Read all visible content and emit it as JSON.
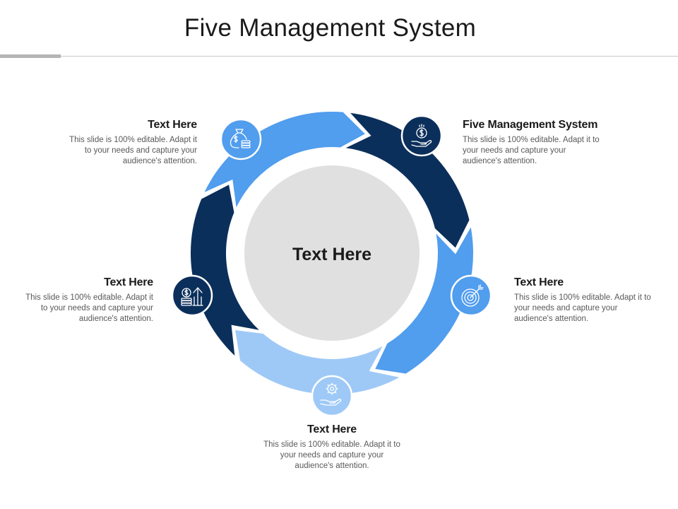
{
  "title": "Five Management System",
  "center_label": "Text Here",
  "colors": {
    "dark_navy": "#0b2f5b",
    "mid_blue": "#519dee",
    "light_blue": "#9ec9f7",
    "center_gray": "#e0e0e0",
    "icon_stroke": "#ffffff"
  },
  "segments": [
    {
      "id": "top-right",
      "title": "Five Management System",
      "body": "This slide is 100% editable. Adapt it to your needs and capture your audience's attention.",
      "color": "#0b2f5b",
      "icon": "money-hand-icon"
    },
    {
      "id": "right",
      "title": "Text Here",
      "body": "This slide is 100% editable. Adapt it to your needs and capture your audience's attention.",
      "color": "#519dee",
      "icon": "target-icon"
    },
    {
      "id": "bottom",
      "title": "Text Here",
      "body": "This slide is 100% editable. Adapt it to your needs and capture your audience's attention.",
      "color": "#9ec9f7",
      "icon": "gear-hand-icon"
    },
    {
      "id": "left",
      "title": "Text Here",
      "body": "This slide is 100% editable. Adapt it to your needs and capture your audience's attention.",
      "color": "#0b2f5b",
      "icon": "coins-growth-icon"
    },
    {
      "id": "top-left",
      "title": "Text Here",
      "body": "This slide is 100% editable. Adapt it to your needs and capture your audience's attention.",
      "color": "#519dee",
      "icon": "money-bag-icon"
    }
  ]
}
